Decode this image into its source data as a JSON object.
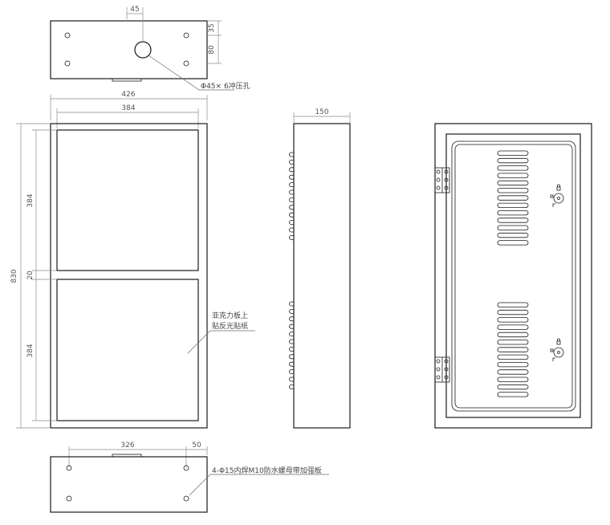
{
  "dimensions": {
    "top_hole_width": "45",
    "top_offset_35": "35",
    "top_offset_80": "80",
    "overall_width": "426",
    "panel_width": "384",
    "side_depth": "150",
    "overall_height": "830",
    "panel_height_upper": "384",
    "panel_gap": "20",
    "panel_height_lower": "384",
    "bottom_span": "326",
    "bottom_edge": "50"
  },
  "annotations": {
    "top_hole": "Φ45× 6冲压孔",
    "panel_note_line1": "亚克力板上",
    "panel_note_line2": "贴反光贴纸",
    "bottom_holes": "4-Φ15内焊M10防水螺母带加强板"
  },
  "colors": {
    "line": "#1a1a1a",
    "dimension": "#8a8a8a",
    "text": "#555555"
  }
}
